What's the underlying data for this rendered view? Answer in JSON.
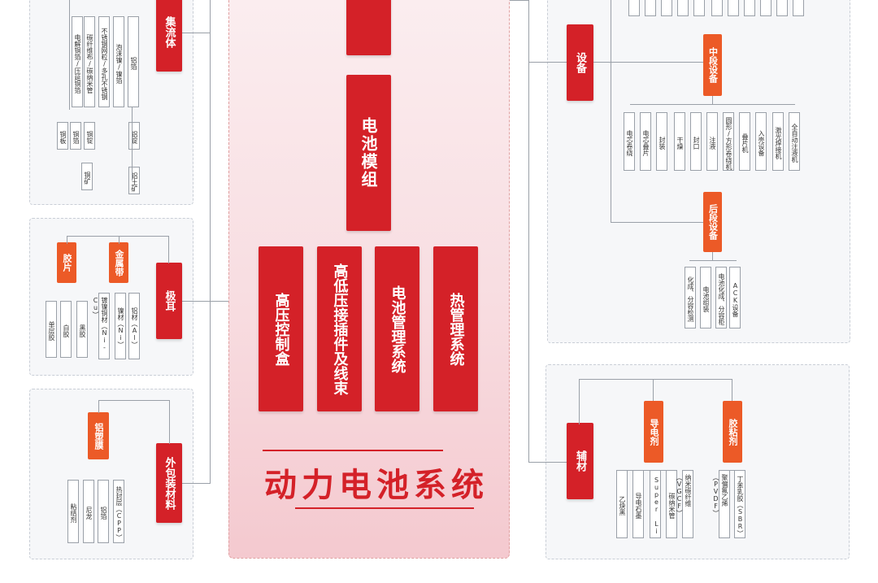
{
  "colors": {
    "red": "#d42128",
    "orange": "#ec5a27"
  },
  "center": {
    "main": "电池模组",
    "boxes": [
      "热管理系统",
      "电池管理系统",
      "高低压接插件及线束",
      "高压控制盒"
    ],
    "title": "动力电池系统"
  },
  "left": {
    "collector": {
      "label": "集流体",
      "items": [
        "铝箔",
        "泡沫镍/镍箔",
        "不锈钢网粒/多孔不锈钢",
        "碳纤维布/碳纳米管",
        "电解铜箔/压延铜箔"
      ],
      "raw": [
        "铝锭",
        "铝土矿",
        "铜锭",
        "铜箔",
        "铜板",
        "铜矿"
      ]
    },
    "tab": {
      "label": "极耳",
      "groups": [
        {
          "label": "胶片",
          "items": [
            "单层胶",
            "白胶",
            "黑胶"
          ]
        },
        {
          "label": "金属带",
          "items": [
            "镀镍铜材（Ni-Cu）",
            "镍材（Ni）",
            "铝材（Al）"
          ]
        }
      ]
    },
    "pack": {
      "label": "外包装材料",
      "groups": [
        {
          "label": "铝塑膜",
          "items": [
            "粘结剂",
            "尼龙",
            "铝箔",
            "热封层（CPP）"
          ]
        }
      ]
    }
  },
  "right": {
    "equipment": {
      "label": "设备",
      "mid": "中段设备",
      "mid_items": [
        "电芯卷绕",
        "电芯叠片",
        "封装",
        "干燥",
        "封口",
        "注液",
        "圆形/方形卷绕机",
        "叠片机",
        "入壳设备",
        "激光焊接机",
        "全自动注液机"
      ],
      "back": "后段设备",
      "back_items": [
        "化成、分容检测",
        "电池组装",
        "电池化成、分容柜",
        "ACK设备"
      ]
    },
    "aux": {
      "label": "辅材",
      "cond": "导电剂",
      "cond_items": [
        "乙炔黑",
        "导电石墨",
        "Super Li",
        "碳纳米管",
        "纳米碳纤维（VGCF）"
      ],
      "binder": "胶粘剂",
      "binder_items": [
        "聚偏氟乙烯（PVDF）",
        "丁苯乳胶（SBR）"
      ]
    }
  }
}
